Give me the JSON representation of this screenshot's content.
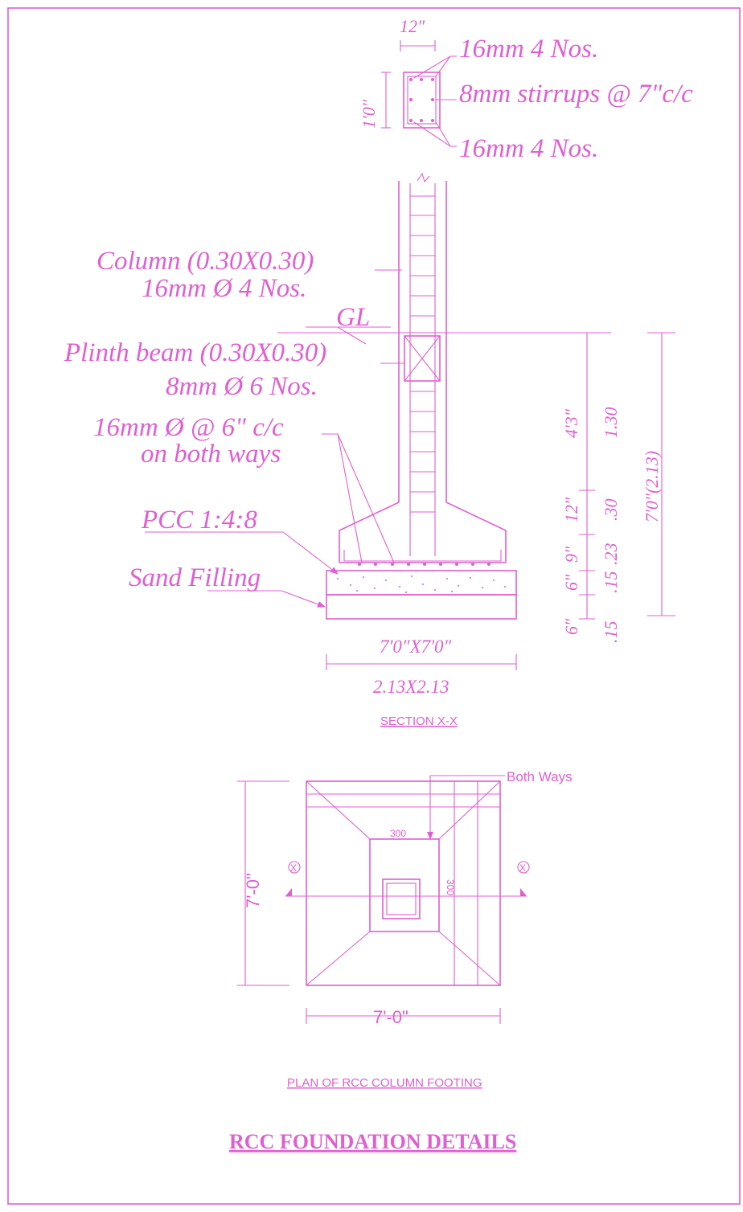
{
  "column_section": {
    "width_label": "12\"",
    "height_label": "1'0\"",
    "top_bars": "16mm 4 Nos.",
    "stirrups": "8mm stirrups @ 7\"c/c",
    "bottom_bars": "16mm 4 Nos."
  },
  "section": {
    "column_label_1": "Column (0.30X0.30)",
    "column_label_2": "16mm Ø 4 Nos.",
    "gl_label": "GL",
    "plinth_label_1": "Plinth beam (0.30X0.30)",
    "plinth_label_2": "8mm Ø 6 Nos.",
    "mesh_label_1": "16mm Ø @ 6\" c/c",
    "mesh_label_2": "on both ways",
    "pcc_label": "PCC 1:4:8",
    "sand_label": "Sand Filling",
    "width_imperial": "7'0\"X7'0\"",
    "width_metric": "2.13X2.13",
    "title": "SECTION X-X",
    "dims_imperial": [
      "4'3\"",
      "12\"",
      "9\"",
      "6\"",
      "6\""
    ],
    "dims_metric": [
      "1.30",
      ".30",
      ".23",
      ".15",
      ".15"
    ],
    "total_height": "7'0\"(2.13)"
  },
  "plan": {
    "both_ways": "Both Ways",
    "dim_300_top": "300",
    "dim_300_side": "300",
    "height_label": "7'-0\"",
    "width_label": "7'-0\"",
    "section_marker": "X",
    "title": "PLAN OF RCC COLUMN FOOTING"
  },
  "drawing_title": "RCC FOUNDATION DETAILS"
}
